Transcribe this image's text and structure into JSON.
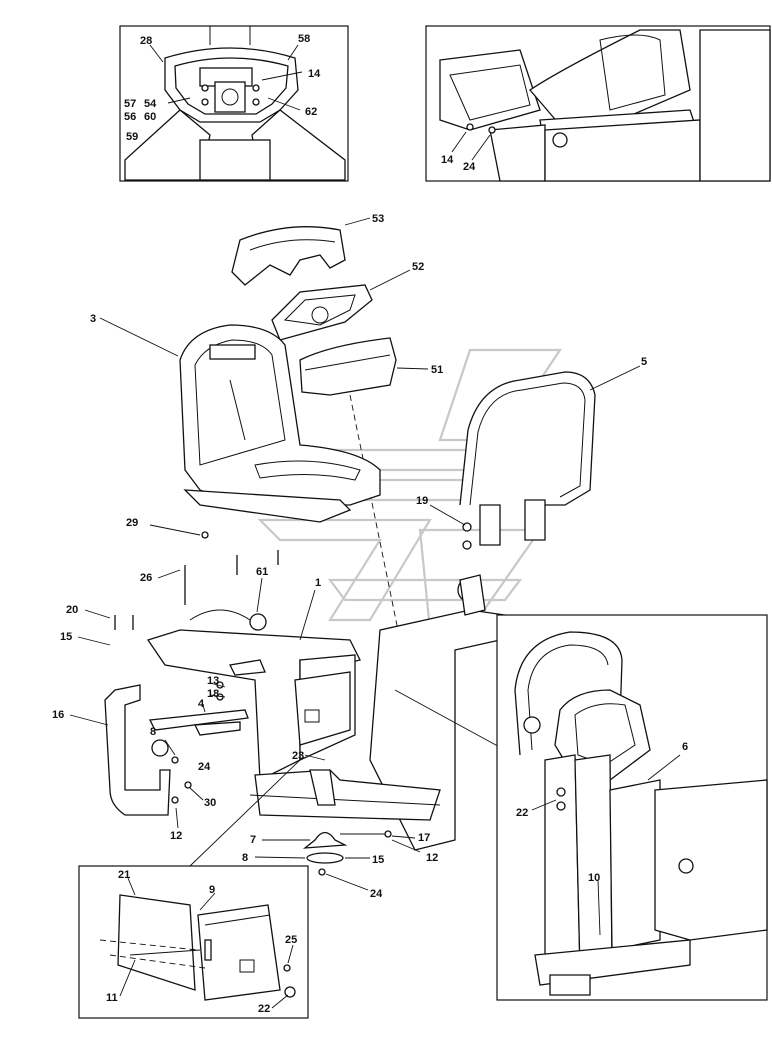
{
  "diagram": {
    "callouts": {
      "c1": "1",
      "c3": "3",
      "c5": "5",
      "c6": "6",
      "c7": "7",
      "c8a": "8",
      "c8b": "8",
      "c9": "9",
      "c10": "10",
      "c11": "11",
      "c12a": "12",
      "c12b": "12",
      "c13": "13",
      "c14a": "14",
      "c14b": "14",
      "c15a": "15",
      "c15b": "15",
      "c16": "16",
      "c17": "17",
      "c18": "18",
      "c19": "19",
      "c20": "20",
      "c21": "21",
      "c22a": "22",
      "c22b": "22",
      "c23": "23",
      "c24a": "24",
      "c24b": "24",
      "c24c": "24",
      "c25": "25",
      "c26": "26",
      "c28": "28",
      "c29": "29",
      "c30": "30",
      "c51": "51",
      "c52": "52",
      "c53": "53",
      "c54": "54",
      "c56": "56",
      "c57": "57",
      "c58": "58",
      "c59": "59",
      "c60": "60",
      "c61": "61",
      "c62": "62",
      "c4": "4"
    }
  }
}
